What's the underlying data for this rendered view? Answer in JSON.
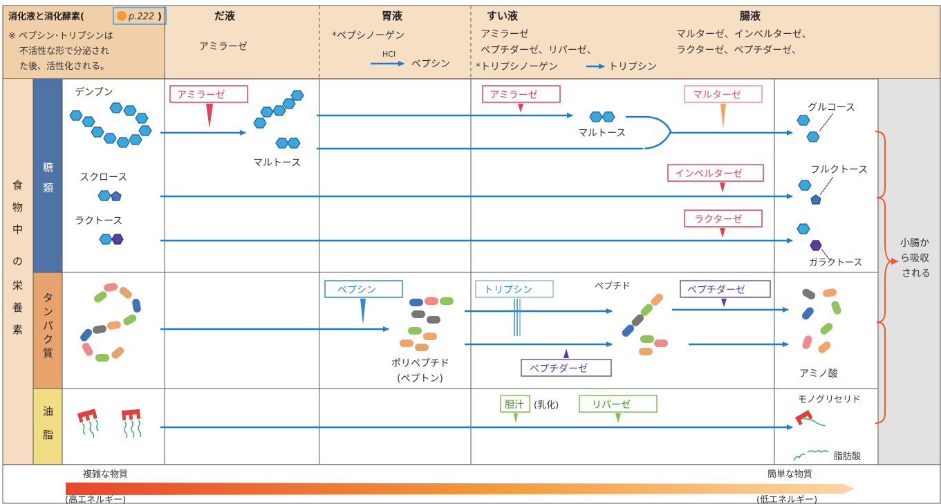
{
  "header": {
    "title": "消化液と消化酵素(",
    "page_ref": "p.222",
    "title_close": ")",
    "note_lines": [
      "※ ペプシン･トリプシンは",
      "不活性な形で分泌され",
      "た後、活性化される。"
    ],
    "daeki": {
      "title": "だ液",
      "enzyme": "アミラーゼ"
    },
    "ieki": {
      "title": "胃液",
      "precursor": "*ペプシノーゲン",
      "hcl": "HCl",
      "product": "ペプシン"
    },
    "suieki": {
      "title": "すい液",
      "line1": "アミラーゼ",
      "line2": "ペプチダーゼ、リパーゼ、",
      "line3a": "*トリプシノーゲン",
      "line3b": "トリプシン"
    },
    "choueki": {
      "title": "腸液",
      "line1": "マルターゼ、インベルターゼ、",
      "line2": "ラクターゼ、ペプチダーゼ、"
    }
  },
  "left_labels": {
    "food_nutrients": [
      "食",
      "物",
      "中",
      "の",
      "栄",
      "養",
      "素"
    ],
    "carbohydrates": [
      "糖",
      "類"
    ],
    "protein": [
      "タ",
      "ン",
      "パ",
      "ク",
      "質"
    ],
    "fat": [
      "油",
      "脂"
    ]
  },
  "substrates": {
    "starch": "デンプン",
    "sucrose": "スクロース",
    "lactose": "ラクトース",
    "maltose_mid": "マルトース",
    "maltose_right": "マルトース",
    "polypeptide": "ポリペプチド",
    "peptone": "(ペプトン)",
    "peptide": "ペプチド"
  },
  "enzymes": {
    "amylase_saliva": "アミラーゼ",
    "amylase_pancreas": "アミラーゼ",
    "maltase": "マルターゼ",
    "invertase": "インベルターゼ",
    "lactase": "ラクターゼ",
    "pepsin": "ペプシン",
    "trypsin": "トリプシン",
    "peptidase_pancreas": "ペプチダーゼ",
    "peptidase_intestine": "ペプチダーゼ",
    "bile": "胆汁",
    "emulsify": "(乳化)",
    "lipase": "リパーゼ"
  },
  "products": {
    "glucose": "グルコース",
    "fructose": "フルクトース",
    "galactose": "ガラクトース",
    "amino_acids": "アミノ酸",
    "monoglyceride": "モノグリセリド",
    "fatty_acid": "脂肪酸"
  },
  "absorption": [
    "小腸か",
    "ら吸収",
    "される"
  ],
  "bottom": {
    "complex": "複雑な物質",
    "high_energy": "(高エネルギー)",
    "simple": "簡単な物質",
    "low_energy": "(低エネルギー)"
  },
  "colors": {
    "header_bg": "#f7dfc4",
    "carb_band": "#4f73a6",
    "protein_band": "#e8a36c",
    "fat_band": "#f1de84",
    "outer_band": "#f6dcc1",
    "arrow_blue": "#1f7bd0",
    "red_label": "#e0405a",
    "pink_label": "#f08fa0",
    "blue_label": "#2e8ad6",
    "purple_label": "#6a55a8",
    "green_label": "#7cc050",
    "hex_blue": "#3aa8dd",
    "orange_accent": "#f05a2a"
  }
}
